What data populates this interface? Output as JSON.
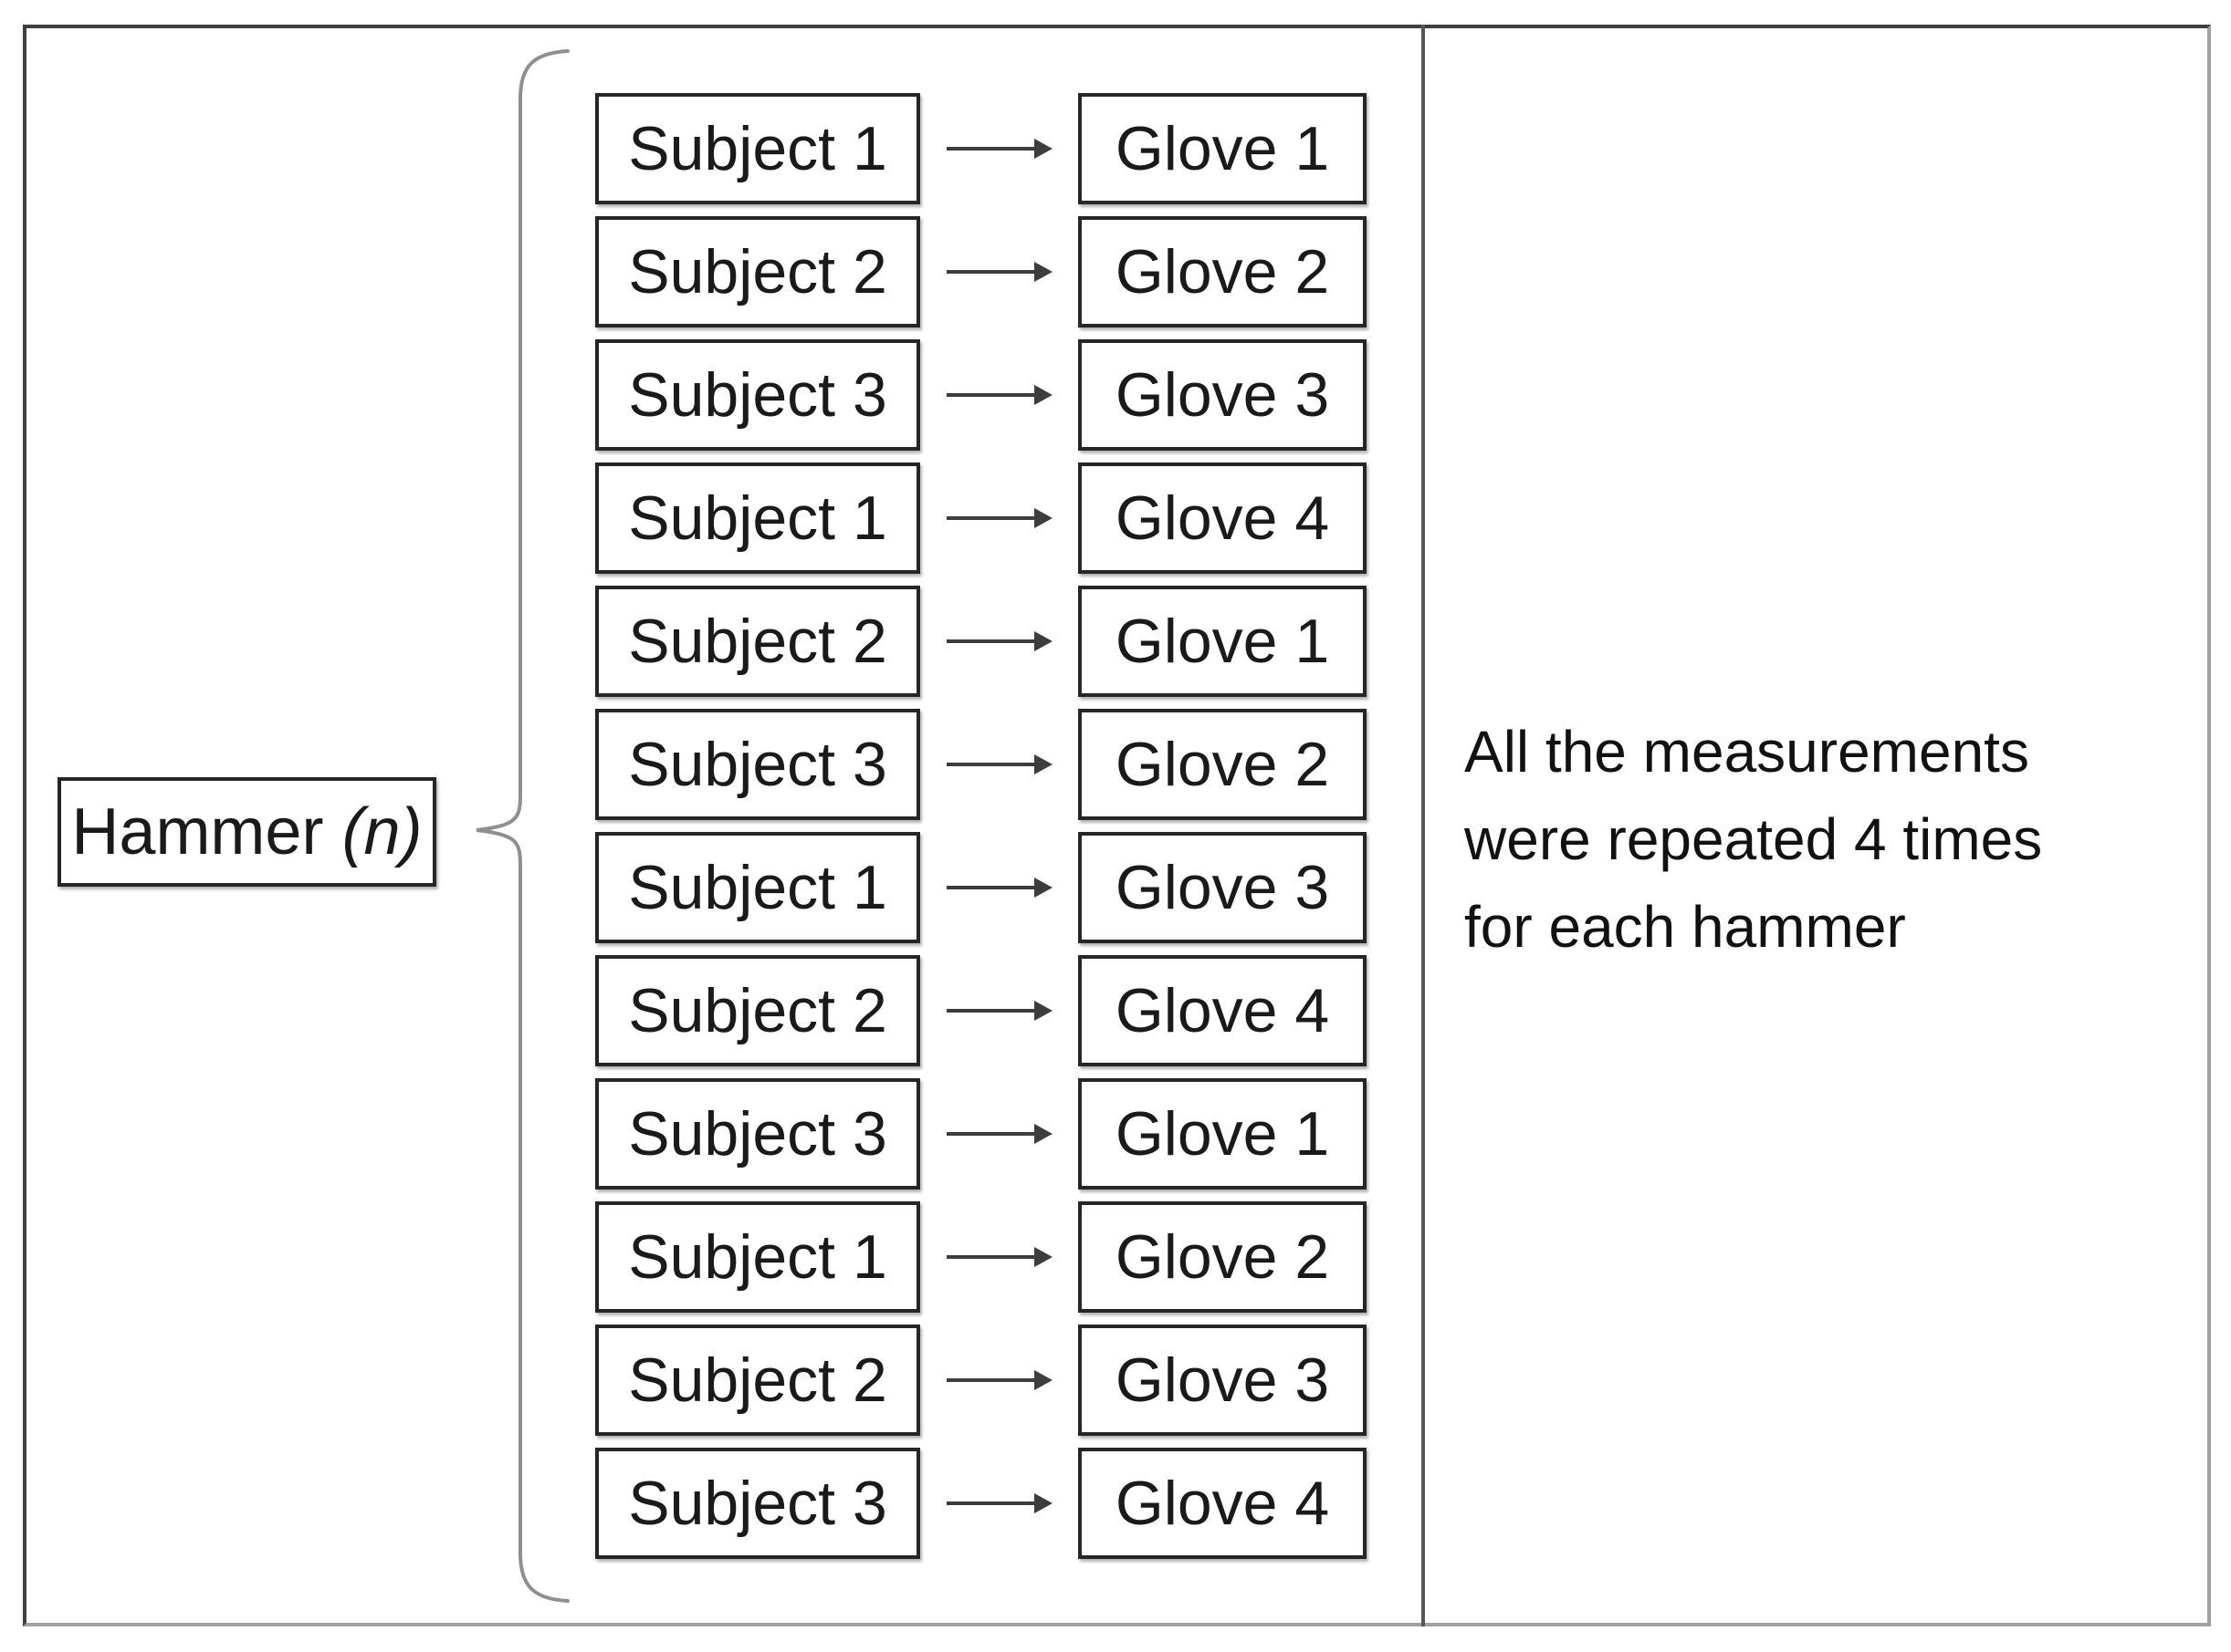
{
  "diagram": {
    "hammer": {
      "label": "Hammer",
      "suffix": "(n)"
    },
    "rows": [
      {
        "subject": "Subject 1",
        "glove": "Glove 1"
      },
      {
        "subject": "Subject 2",
        "glove": "Glove 2"
      },
      {
        "subject": "Subject 3",
        "glove": "Glove 3"
      },
      {
        "subject": "Subject 1",
        "glove": "Glove 4"
      },
      {
        "subject": "Subject 2",
        "glove": "Glove 1"
      },
      {
        "subject": "Subject 3",
        "glove": "Glove 2"
      },
      {
        "subject": "Subject 1",
        "glove": "Glove 3"
      },
      {
        "subject": "Subject 2",
        "glove": "Glove 4"
      },
      {
        "subject": "Subject 3",
        "glove": "Glove 1"
      },
      {
        "subject": "Subject 1",
        "glove": "Glove 2"
      },
      {
        "subject": "Subject 2",
        "glove": "Glove 3"
      },
      {
        "subject": "Subject 3",
        "glove": "Glove 4"
      }
    ],
    "note": {
      "lines": [
        "All the measurements",
        "were repeated 4 times",
        "for each hammer"
      ]
    },
    "colors": {
      "box_border": "#262626",
      "frame_dark": "#3f3f3f",
      "frame_light": "#a0a0a0",
      "divider": "#555555",
      "brace": "#8f8f8f",
      "arrow": "#3d3d3d",
      "text": "#1a1a1a"
    }
  }
}
